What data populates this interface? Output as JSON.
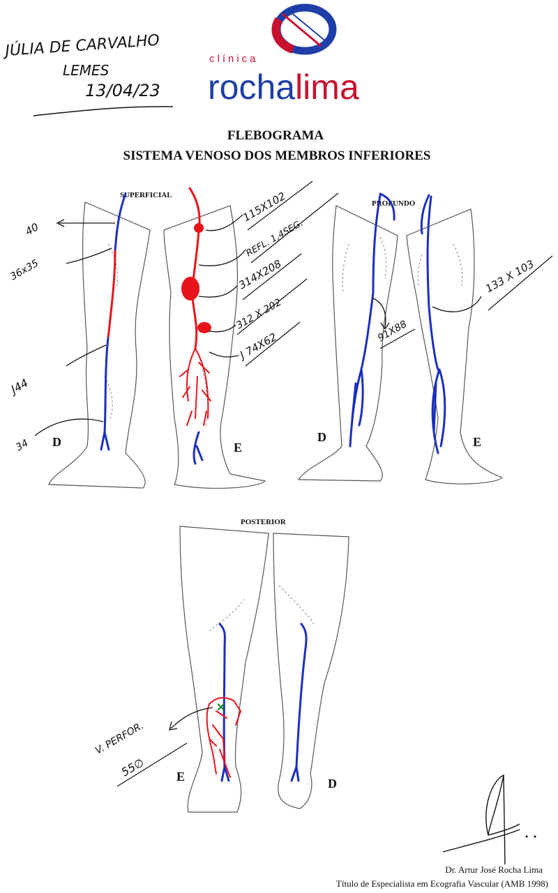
{
  "patient": {
    "name_line1": "JÚLIA DE CARVALHO",
    "name_line2": "LEMES",
    "date": "13/04/23"
  },
  "logo": {
    "prefix": "clínica",
    "word_a": "rocha",
    "word_b": "lima",
    "color_blue": "#1e3fa8",
    "color_red": "#c8102e"
  },
  "title": {
    "line1": "FLEBOGRAMA",
    "line2": "SISTEMA VENOSO DOS MEMBROS INFERIORES"
  },
  "sections": {
    "superficial": "SUPERFICIAL",
    "profundo": "PROFUNDO",
    "posterior": "POSTERIOR"
  },
  "side_labels": {
    "sup_right": "D",
    "sup_left": "E",
    "prof_right": "D",
    "prof_left": "E",
    "post_left": "E",
    "post_right": "D"
  },
  "annotations": {
    "sup_right": [
      "40",
      "36x35",
      "J44",
      "34"
    ],
    "sup_left": [
      "115X102",
      "REFL. 1,4SEG.",
      "314X208",
      "312 X 202",
      "J 74X62"
    ],
    "prof_right": "91X88",
    "prof_left": "133 X 103",
    "post_left_line1": "V. PERFOR.",
    "post_left_line2": "55∅"
  },
  "colors": {
    "reflux": "#e8141a",
    "normal": "#1a2fc0",
    "perforator_mark": "#1c8a2c"
  },
  "footer": {
    "doctor": "Dr. Artur José Rocha Lima",
    "credential": "Título de Especialista em Ecografia Vascular (AMB 1998)"
  }
}
